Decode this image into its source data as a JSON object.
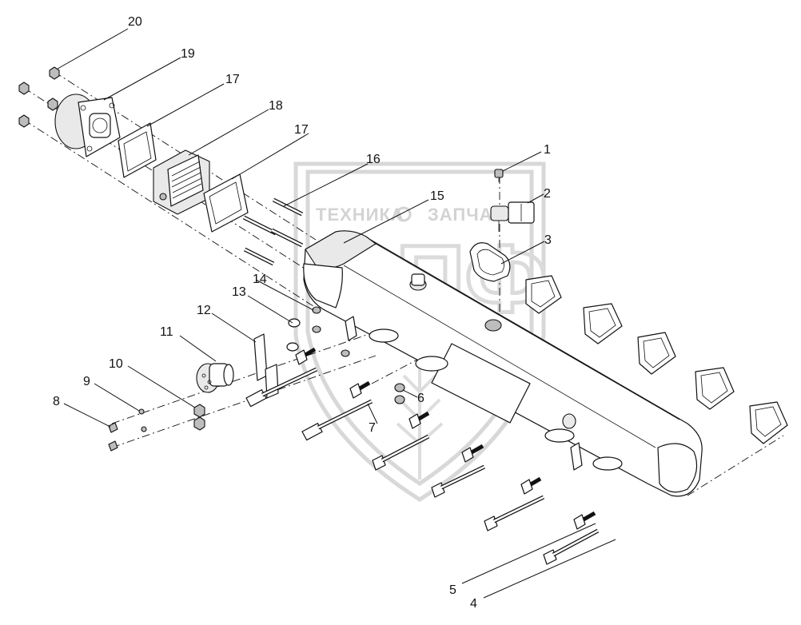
{
  "watermark": {
    "left_text": "ТЕХНИКА",
    "right_text": "ЗАПЧАСТИ",
    "logo_text": "ЭПФ"
  },
  "callouts": [
    {
      "label": "1"
    },
    {
      "label": "2"
    },
    {
      "label": "3"
    },
    {
      "label": "4"
    },
    {
      "label": "5"
    },
    {
      "label": "6"
    },
    {
      "label": "7"
    },
    {
      "label": "8"
    },
    {
      "label": "9"
    },
    {
      "label": "10"
    },
    {
      "label": "11"
    },
    {
      "label": "12"
    },
    {
      "label": "13"
    },
    {
      "label": "14"
    },
    {
      "label": "15"
    },
    {
      "label": "16"
    },
    {
      "label": "17"
    },
    {
      "label": "18"
    },
    {
      "label": "17"
    },
    {
      "label": "19"
    },
    {
      "label": "20"
    }
  ]
}
